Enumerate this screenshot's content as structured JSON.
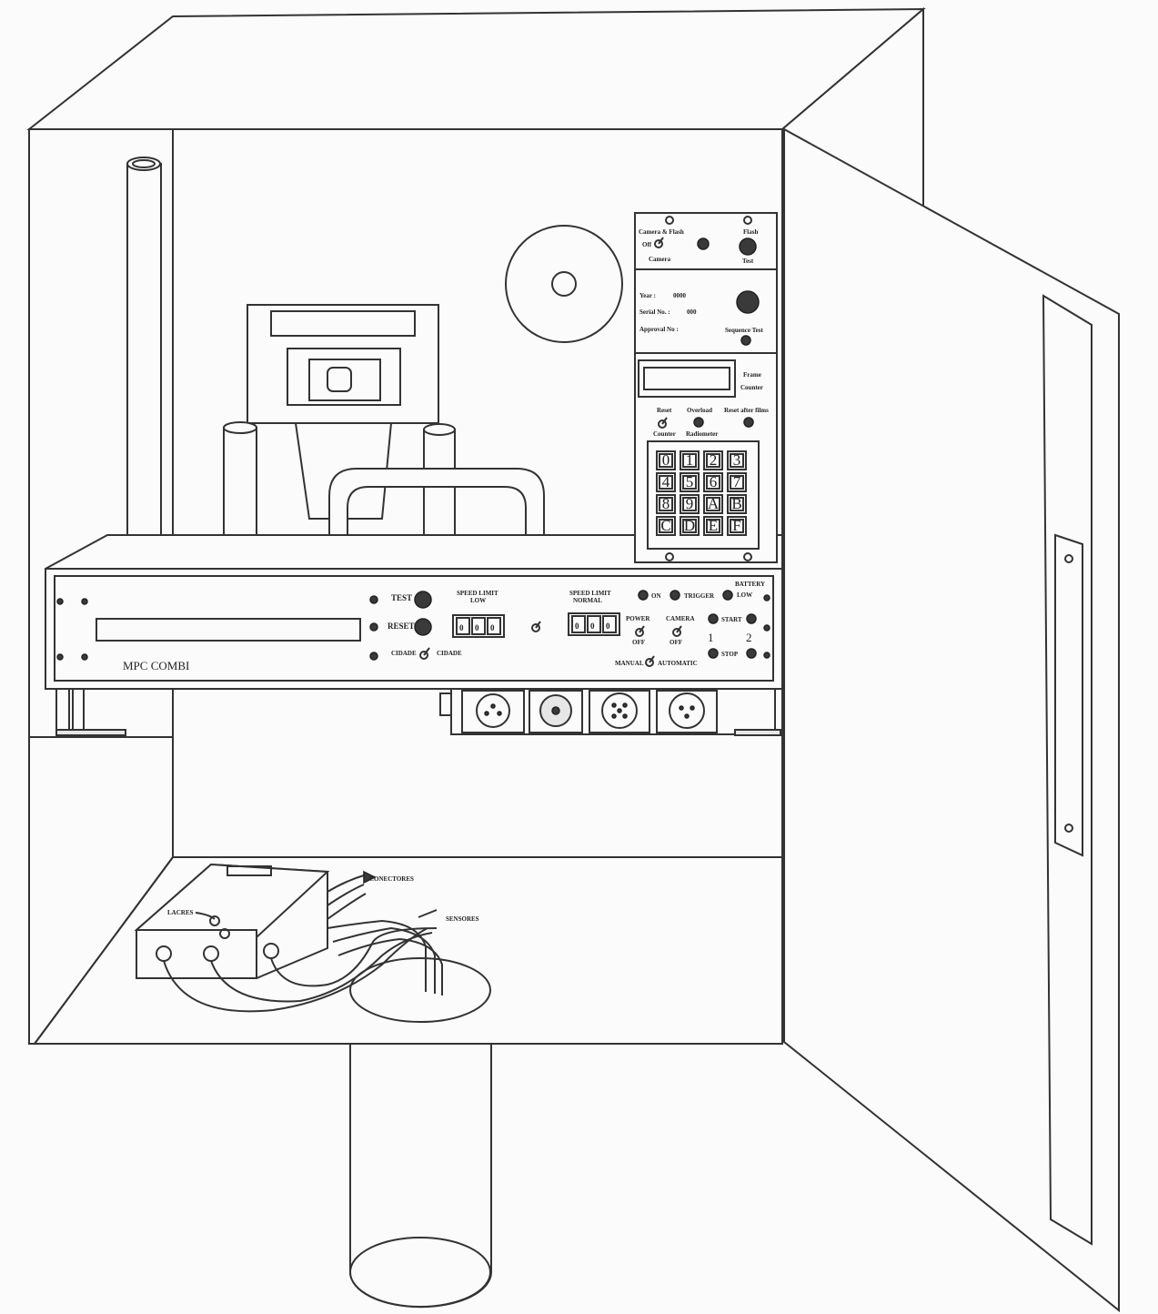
{
  "device": {
    "name": "MPC COMBI"
  },
  "top_panel": {
    "camera_flash": "Camera & Flash",
    "off": "Off",
    "camera": "Camera",
    "flash": "Flash",
    "test": "Test"
  },
  "info_panel": {
    "year": "Year :",
    "year_value": "0000",
    "serial": "Serial No. :",
    "serial_value": "000",
    "approval": "Approval No :",
    "sequence_test": "Sequence Test"
  },
  "counter_panel": {
    "frame_counter_1": "Frame",
    "frame_counter_2": "Counter",
    "reset": "Reset",
    "overload": "Overload",
    "reset_after_films": "Reset after films",
    "counter": "Counter",
    "radiometer": "Radiometer"
  },
  "keypad": {
    "keys": [
      "0",
      "1",
      "2",
      "3",
      "4",
      "5",
      "6",
      "7",
      "8",
      "9",
      "A",
      "B",
      "C",
      "D",
      "E",
      "F"
    ]
  },
  "main_panel": {
    "test": "TEST",
    "reset": "RESET",
    "speed_limit_low_1": "SPEED LIMIT",
    "speed_limit_low_2": "LOW",
    "speed_limit_normal_1": "SPEED LIMIT",
    "speed_limit_normal_2": "NORMAL",
    "on": "ON",
    "trigger": "TRIGGER",
    "battery": "BATTERY",
    "low": "LOW",
    "power": "POWER",
    "camera": "CAMERA",
    "off_1": "OFF",
    "off_2": "OFF",
    "start": "START",
    "stop": "STOP",
    "num1": "1",
    "num2": "2",
    "manual": "MANUAL",
    "automatic": "AUTOMATIC",
    "cidade_1": "CIDADE",
    "cidade_2": "CIDADE",
    "speed_left_value": [
      "0",
      "0",
      "0"
    ],
    "speed_right_value": [
      "0",
      "0",
      "0"
    ]
  },
  "lower": {
    "lacres": "LACRES",
    "conectores": "CONECTORES",
    "sensores": "SENSORES"
  }
}
